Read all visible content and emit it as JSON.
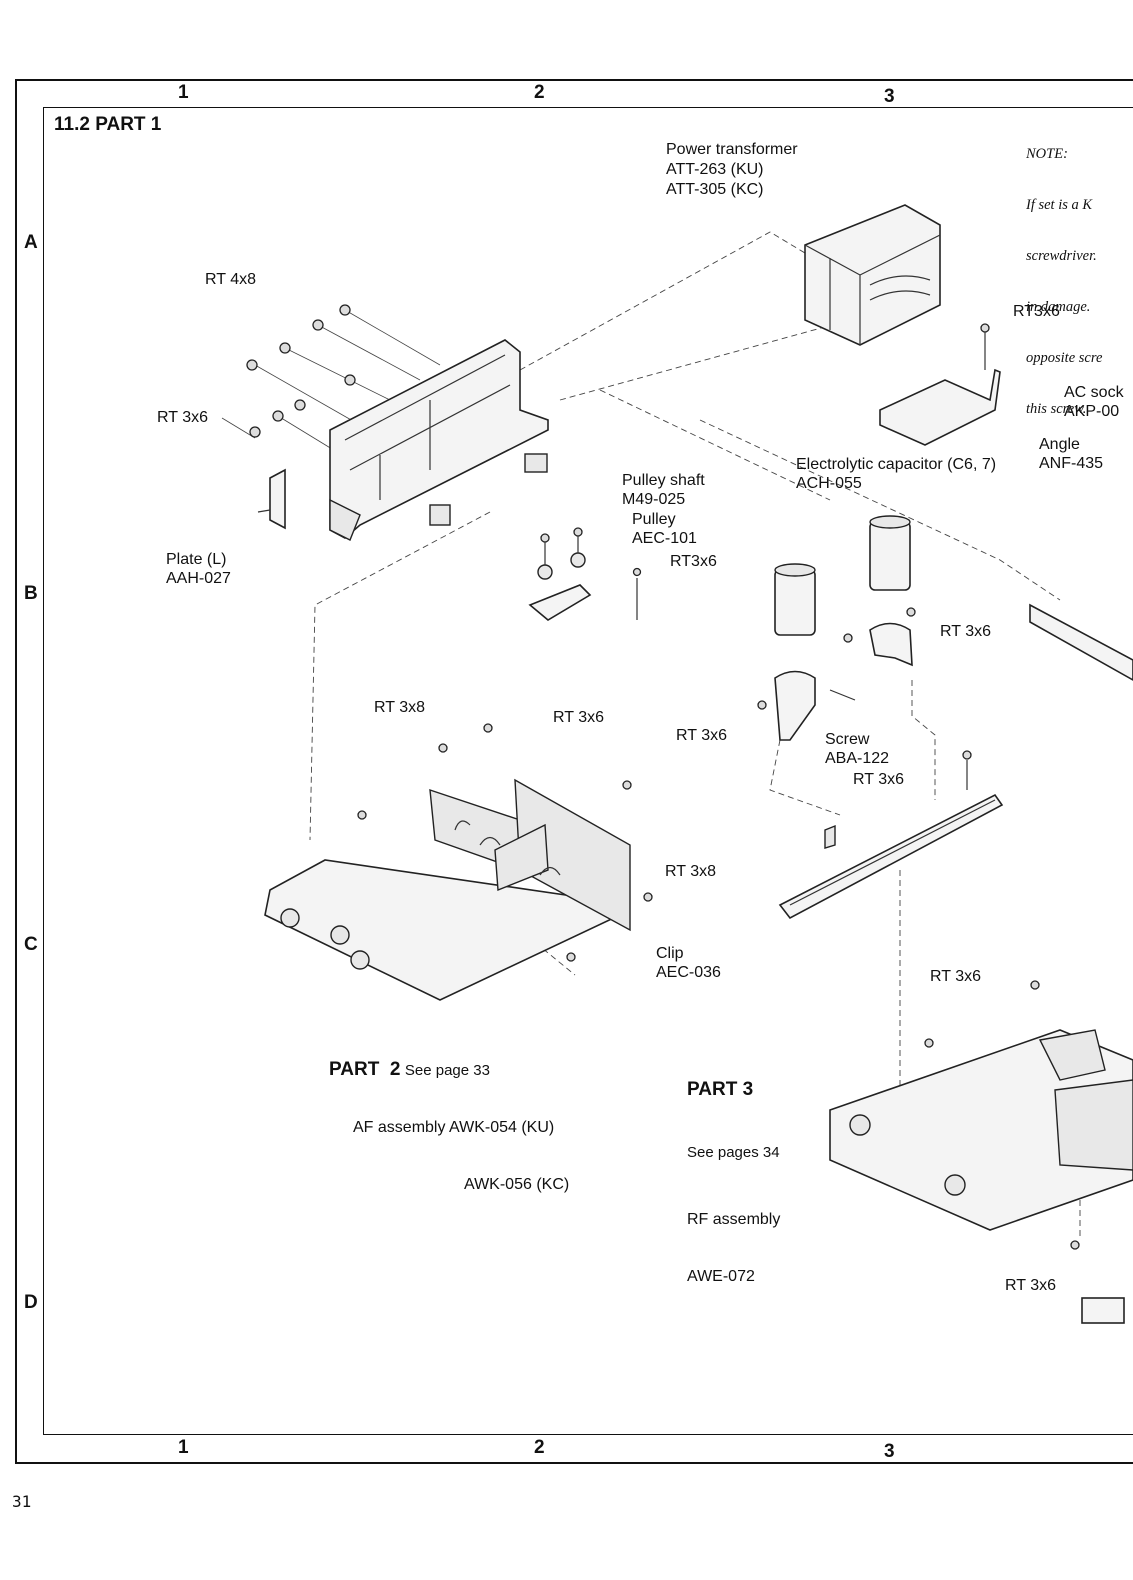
{
  "section_title": "11.2  PART 1",
  "grid": {
    "cols": [
      "1",
      "2",
      "3"
    ],
    "rows": [
      "A",
      "B",
      "C",
      "D"
    ]
  },
  "note": {
    "title": "NOTE:",
    "lines": [
      "If set is a K",
      "screwdriver.",
      "in damage.",
      "opposite scre",
      "this screw."
    ]
  },
  "labels": {
    "power_transformer": "Power transformer",
    "att_263": "ATT-263 (KU)",
    "att_305": "ATT-305 (KC)",
    "rt_4x8": "RT 4x8",
    "rt3x6_top": "RT3x6",
    "ac_socket": "AC sock",
    "ac_socket_part": "AKP-00",
    "angle": "Angle",
    "angle_part": "ANF-435",
    "rt_3x6_left": "RT 3x6",
    "electrolytic": "Electrolytic capacitor (C6, 7)",
    "electrolytic_part": "ACH-055",
    "pulley_shaft": "Pulley shaft",
    "pulley_shaft_part": "M49-025",
    "pulley": "Pulley",
    "pulley_part": "AEC-101",
    "rt3x6_pulley": "RT3x6",
    "plate_l": "Plate (L)",
    "plate_l_part": "AAH-027",
    "rt_3x6_cap": "RT 3x6",
    "rt_3x8_top": "RT 3x8",
    "rt_3x6_mid": "RT 3x6",
    "rt_3x6_center": "RT 3x6",
    "screw": "Screw",
    "screw_part": "ABA-122",
    "rt_3x6_screw": "RT 3x6",
    "rt_3x8_right": "RT 3x8",
    "clip": "Clip",
    "clip_part": "AEC-036",
    "rt_3x6_lower": "RT 3x6",
    "rt_3x6_bottom": "RT 3x6"
  },
  "part2": {
    "title": "PART  2",
    "see": "See page 33",
    "line1": "AF assembly AWK-054 (KU)",
    "line2": "AWK-056 (KC)"
  },
  "part3": {
    "title": "PART 3",
    "see": "See pages 34",
    "line1": "RF assembly",
    "line2": "AWE-072"
  },
  "page_number": "31"
}
